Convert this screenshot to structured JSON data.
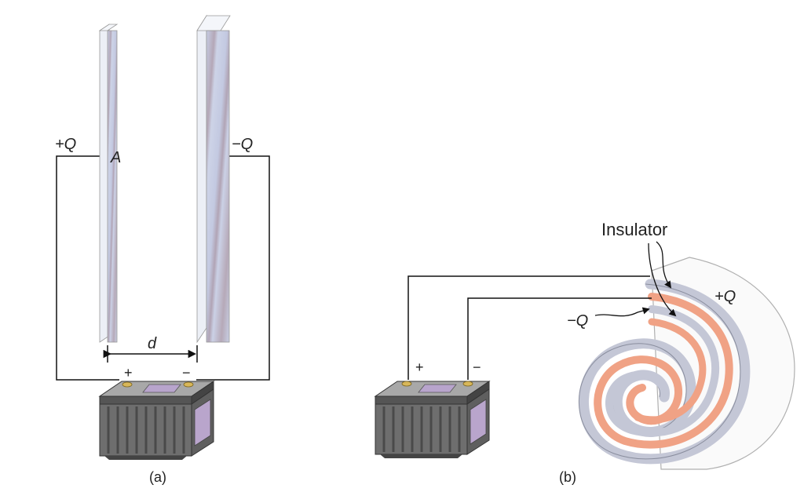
{
  "figure_a": {
    "caption": "(a)",
    "plus_charge": "+Q",
    "minus_charge": "−Q",
    "area_label": "A",
    "distance_label": "d",
    "battery_plus": "+",
    "battery_minus": "−"
  },
  "figure_b": {
    "caption": "(b)",
    "insulator_label": "Insulator",
    "plus_charge": "+Q",
    "minus_charge": "−Q",
    "battery_plus": "+",
    "battery_minus": "−"
  },
  "colors": {
    "plate": "#c8cfe3",
    "plate_edge": "#e9edf5",
    "foil": "#c3c7d6",
    "insulator": "#f0a285",
    "battery_body": "#6f6f6f",
    "battery_top": "#9a9a9a",
    "battery_screen": "#b9a5cc",
    "terminal": "#d8b75a",
    "wire": "#111111"
  }
}
